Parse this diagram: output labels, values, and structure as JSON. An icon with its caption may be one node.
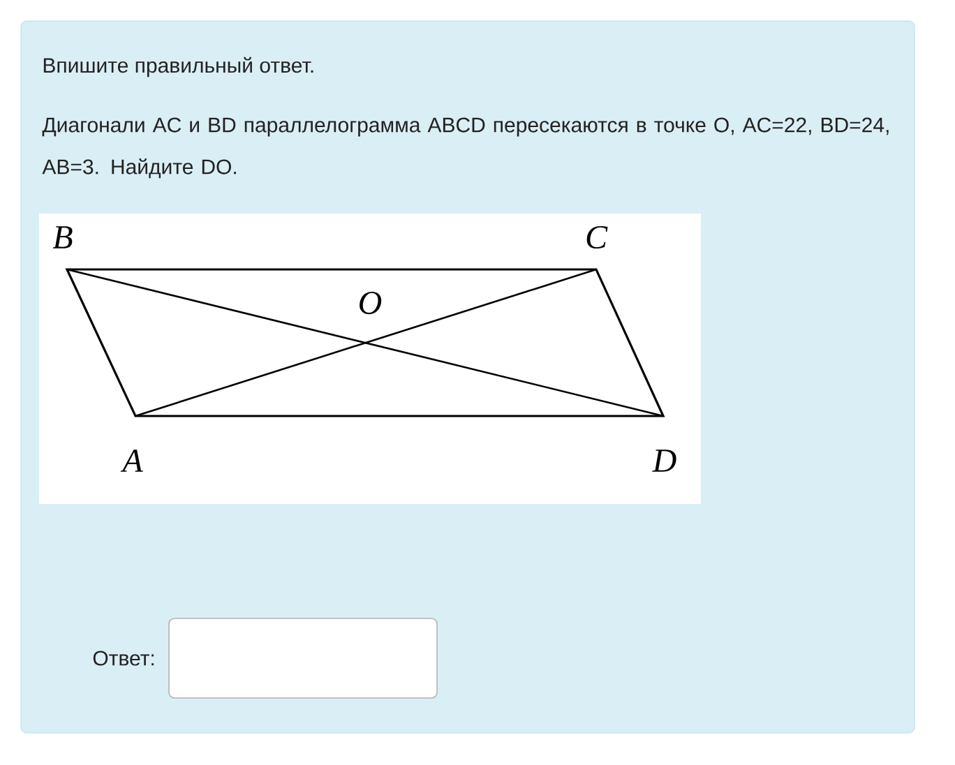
{
  "diagram": {
    "title": "Впишите правильный ответ.",
    "nodes": [
      {
        "text": [],
        "shape": "box",
        "beside": [
          "Ответ:"
        ]
      }
    ],
    "labels": [
      "Диагонали AC и BD параллелограмма ABCD пересекаются в точке O, AC=22, BD=24, AB=3. Найдите DO.",
      "B",
      "C",
      "O",
      "A",
      "D"
    ]
  }
}
